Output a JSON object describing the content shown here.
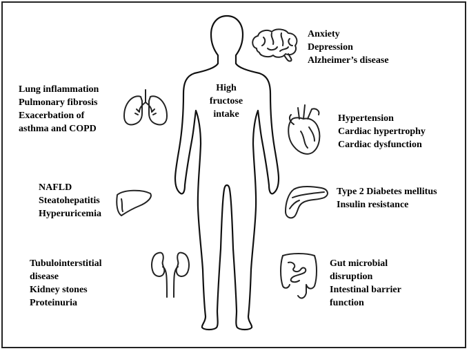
{
  "center": {
    "lines": [
      "High",
      "fructose",
      "intake"
    ]
  },
  "groups": {
    "brain": {
      "lines": [
        "Anxiety",
        "Depression",
        "Alzheimer’s disease"
      ]
    },
    "lungs": {
      "lines": [
        "Lung inflammation",
        "Pulmonary fibrosis",
        "Exacerbation of",
        "asthma and COPD"
      ]
    },
    "heart": {
      "lines": [
        "Hypertension",
        "Cardiac hypertrophy",
        "Cardiac dysfunction"
      ]
    },
    "liver": {
      "lines": [
        "NAFLD",
        "Steatohepatitis",
        "Hyperuricemia"
      ]
    },
    "pancreas": {
      "lines": [
        "Type 2 Diabetes mellitus",
        "Insulin resistance"
      ]
    },
    "kidney": {
      "lines": [
        "Tubulointerstitial",
        "disease",
        "Kidney stones",
        "Proteinuria"
      ]
    },
    "intestine": {
      "lines": [
        "Gut microbial",
        "disruption",
        "Intestinal barrier",
        "function"
      ]
    }
  },
  "icons": [
    "brain-icon",
    "lungs-icon",
    "heart-icon",
    "liver-icon",
    "pancreas-icon",
    "kidneys-icon",
    "intestine-icon",
    "human-body-outline"
  ]
}
